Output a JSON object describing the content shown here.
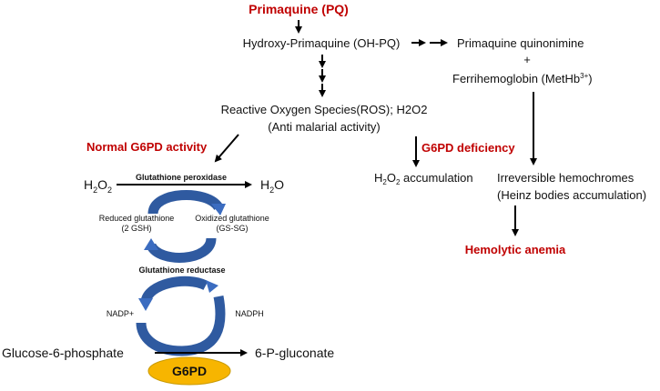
{
  "diagram": {
    "title": "Primaquine (PQ)",
    "hydroxy": "Hydroxy-Primaquine (OH-PQ)",
    "quinonimine": "Primaquine quinonimine",
    "plus": "+",
    "ferri_main": "Ferrihemoglobin (MetHb",
    "ferri_sup": "3+",
    "ferri_close": ")",
    "ros_line1": "Reactive Oxygen Species(ROS); H2O2",
    "ros_line2": "(Anti malarial activity)",
    "normal_label": "Normal G6PD activity",
    "deficiency_label": "G6PD deficiency",
    "h2o2_accum_pre": "H",
    "h2o2_accum_sub": "2",
    "h2o2_accum_mid": "O",
    "h2o2_accum_sub2": "2",
    "h2o2_accum_post": " accumulation",
    "hemochromes_line1": "Irreversible hemochromes",
    "hemochromes_line2": "(Heinz bodies accumulation)",
    "hemolytic": "Hemolytic anemia",
    "cycle": {
      "h2o2_left": "H",
      "h2o2_left_sub": "2",
      "h2o2_left_o": "O",
      "h2o2_left_sub2": "2",
      "h2o_right": "H",
      "h2o_right_sub": "2",
      "h2o_right_o": "O",
      "peroxidase": "Glutathione peroxidase",
      "reduced_line1": "Reduced glutathione",
      "reduced_line2": "(2 GSH)",
      "oxidized_line1": "Oxidized glutathione",
      "oxidized_line2": "(GS-SG)",
      "reductase": "Glutathione reductase",
      "nadp": "NADP+",
      "nadph": "NADPH",
      "glucose": "Glucose-6-phosphate",
      "gluconate": "6-P-gluconate",
      "enzyme": "G6PD"
    },
    "colors": {
      "red": "#c00000",
      "cycle_blue": "#2f5aa0",
      "g6pd_fill": "#f7b500"
    }
  }
}
